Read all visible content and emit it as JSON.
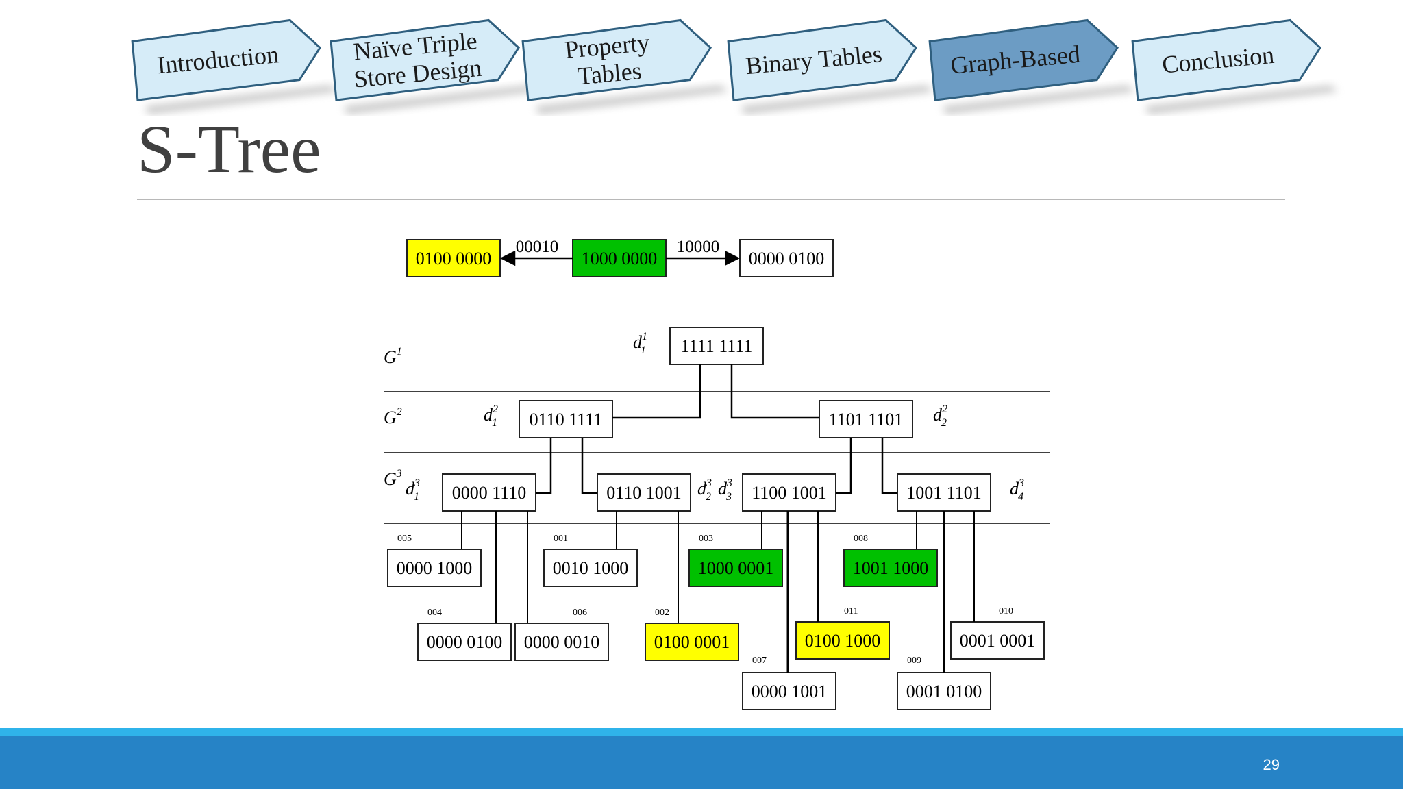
{
  "nav": {
    "tabs": [
      {
        "id": "introduction",
        "lines": [
          "Introduction"
        ],
        "active": false
      },
      {
        "id": "naive-triple-store-design",
        "lines": [
          "Naïve Triple",
          "Store Design"
        ],
        "active": false
      },
      {
        "id": "property-tables",
        "lines": [
          "Property",
          "Tables"
        ],
        "active": false
      },
      {
        "id": "binary-tables",
        "lines": [
          "Binary Tables"
        ],
        "active": false
      },
      {
        "id": "graph-based",
        "lines": [
          "Graph-Based"
        ],
        "active": true
      },
      {
        "id": "conclusion",
        "lines": [
          "Conclusion"
        ],
        "active": false
      }
    ],
    "colors": {
      "fill": "#d6ecf8",
      "active_fill": "#6c9cc4",
      "stroke": "#2f5f7f",
      "text": "#1a1a1a"
    }
  },
  "slide": {
    "title": "S-Tree",
    "page_number": "29"
  },
  "diagram": {
    "top_row": {
      "boxes": [
        {
          "id": "top-left",
          "label": "0100 0000",
          "color": "yellow"
        },
        {
          "id": "top-center",
          "label": "1000 0000",
          "color": "green"
        },
        {
          "id": "top-right",
          "label": "0000 0100",
          "color": "white"
        }
      ],
      "edge_labels": {
        "left": "00010",
        "right": "10000"
      }
    },
    "levels": [
      {
        "id": "g1",
        "letter": "G",
        "sup": "1"
      },
      {
        "id": "g2",
        "letter": "G",
        "sup": "2"
      },
      {
        "id": "g3",
        "letter": "G",
        "sup": "3"
      }
    ],
    "nodes": [
      {
        "id": "d1-1",
        "label": "1111 1111",
        "tag": {
          "letter": "d",
          "sup": "1",
          "sub": "1"
        }
      },
      {
        "id": "d2-1",
        "label": "0110 1111",
        "tag": {
          "letter": "d",
          "sup": "2",
          "sub": "1"
        }
      },
      {
        "id": "d2-2",
        "label": "1101 1101",
        "tag": {
          "letter": "d",
          "sup": "2",
          "sub": "2"
        }
      },
      {
        "id": "d3-1",
        "label": "0000 1110",
        "tag": {
          "letter": "d",
          "sup": "3",
          "sub": "1"
        }
      },
      {
        "id": "d3-2",
        "label": "0110 1001",
        "tag": {
          "letter": "d",
          "sup": "3",
          "sub": "2"
        }
      },
      {
        "id": "d3-3",
        "label": "1100 1001",
        "tag": {
          "letter": "d",
          "sup": "3",
          "sub": "3"
        }
      },
      {
        "id": "d3-4",
        "label": "1001 1101",
        "tag": {
          "letter": "d",
          "sup": "3",
          "sub": "4"
        }
      }
    ],
    "leaves": [
      {
        "id": "005",
        "num": "005",
        "label": "0000 1000",
        "color": "white"
      },
      {
        "id": "001",
        "num": "001",
        "label": "0010 1000",
        "color": "white"
      },
      {
        "id": "003",
        "num": "003",
        "label": "1000 0001",
        "color": "green"
      },
      {
        "id": "008",
        "num": "008",
        "label": "1001 1000",
        "color": "green"
      },
      {
        "id": "004",
        "num": "004",
        "label": "0000 0100",
        "color": "white"
      },
      {
        "id": "006",
        "num": "006",
        "label": "0000 0010",
        "color": "white"
      },
      {
        "id": "002",
        "num": "002",
        "label": "0100 0001",
        "color": "yellow"
      },
      {
        "id": "011",
        "num": "011",
        "label": "0100 1000",
        "color": "yellow"
      },
      {
        "id": "010",
        "num": "010",
        "label": "0001 0001",
        "color": "white"
      },
      {
        "id": "007",
        "num": "007",
        "label": "0000 1001",
        "color": "white"
      },
      {
        "id": "009",
        "num": "009",
        "label": "0001 0100",
        "color": "white"
      }
    ],
    "colors": {
      "yellow": "#ffff00",
      "green": "#00c000",
      "white": "#ffffff",
      "stroke": "#222222"
    }
  }
}
